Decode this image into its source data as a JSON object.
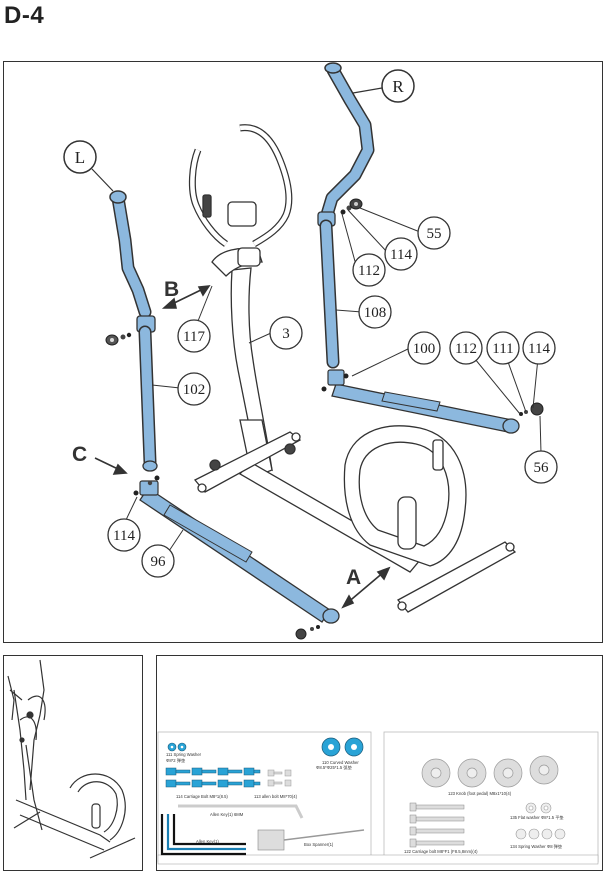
{
  "step": {
    "title": "D-4"
  },
  "main": {
    "handle_labels": {
      "left": "L",
      "right": "R"
    },
    "direction_labels": {
      "a": "A",
      "b": "B",
      "c": "C"
    },
    "callouts": [
      {
        "id": "c55",
        "text": "55"
      },
      {
        "id": "c114a",
        "text": "114"
      },
      {
        "id": "c112a",
        "text": "112"
      },
      {
        "id": "c108",
        "text": "108"
      },
      {
        "id": "c117",
        "text": "117"
      },
      {
        "id": "c3",
        "text": "3"
      },
      {
        "id": "c100",
        "text": "100"
      },
      {
        "id": "c112b",
        "text": "112"
      },
      {
        "id": "c111",
        "text": "111"
      },
      {
        "id": "c114b",
        "text": "114"
      },
      {
        "id": "c102",
        "text": "102"
      },
      {
        "id": "c56",
        "text": "56"
      },
      {
        "id": "c114c",
        "text": "114"
      },
      {
        "id": "c96",
        "text": "96"
      }
    ]
  },
  "hardware": {
    "spring_washer": {
      "name": "111 Spring Washer",
      "spec": "Φ8*2 弹垫"
    },
    "curved_washer": {
      "name": "110 Curved Washer",
      "spec": "Φ8.5*Φ25*1.5 弧垫"
    },
    "carriage_bolt": {
      "name": "114 Carriage Bolt M8*1(8.5)",
      "spec": ""
    },
    "allen_bolt": {
      "name": "113 allen bolt M8*70(4)",
      "spec": ""
    },
    "allen_key_6": {
      "name": "Allen Key(1) 6MM"
    },
    "allen_key": {
      "name": "Allen Key(1)"
    },
    "box_spanner": {
      "name": "Box Spanner(1)"
    },
    "knob": {
      "name": "123 Knob (foot pedal) M8x1*10(4)"
    },
    "flat_washer": {
      "name": "135 Flat washer Φ8*1.5 平垫"
    },
    "carriage_bolt_long": {
      "name": "122 Carriage bolt M8*F1 (F8.5,8mm)(4)"
    },
    "spring_washer_b": {
      "name": "134 Spring Washer Φ8 弹垫"
    }
  }
}
